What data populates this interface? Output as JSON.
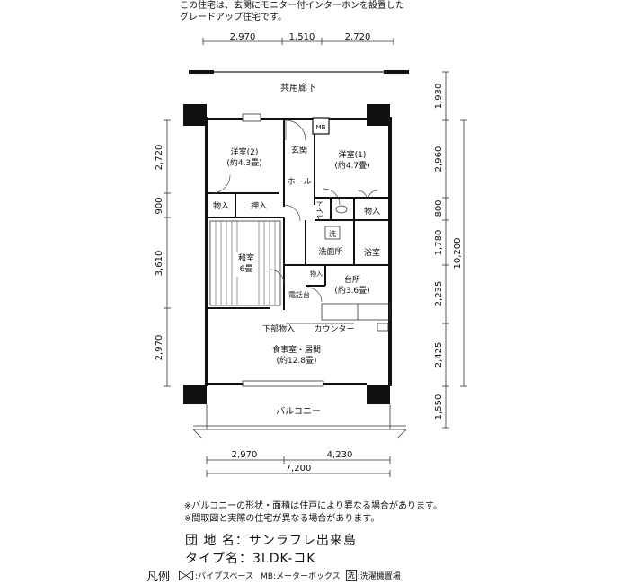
{
  "header_note": {
    "line1": "この住宅は、玄関にモニター付インターホンを設置した",
    "line2": "グレードアップ住宅です。"
  },
  "dimensions": {
    "top": [
      "2,970",
      "1,510",
      "2,720"
    ],
    "bottom_parts": [
      "2,970",
      "4,230"
    ],
    "bottom_total": "7,200",
    "left": [
      "2,720",
      "900",
      "3,610",
      "2,970"
    ],
    "right": [
      "1,930",
      "2,960",
      "800",
      "1,780",
      "2,235",
      "2,425",
      "1,550"
    ],
    "right_total": "10,200"
  },
  "rooms": {
    "corridor": "共用廊下",
    "western2_name": "洋室(2)",
    "western2_size": "(約4.3畳)",
    "entrance": "玄関",
    "mb": "MB",
    "western1_name": "洋室(1)",
    "western1_size": "(約4.7畳)",
    "hall": "ホール",
    "storage_left": "物入",
    "oshiire": "押入",
    "toilet": "トイレ",
    "storage_right": "物入",
    "washing_mark": "洗",
    "washroom": "洗面所",
    "bath": "浴室",
    "japanese_name": "和室",
    "japanese_size": "6畳",
    "storage_small": "物入",
    "kitchen_name": "台所",
    "kitchen_size": "(約3.6畳)",
    "phone_stand": "電話台",
    "lower_storage": "下部物入",
    "counter": "カウンター",
    "living_name": "食事室・居間",
    "living_size": "(約12.8畳)",
    "balcony": "バルコニー"
  },
  "bottom_notes": {
    "note1": "※バルコニーの形状・面積は住戸により異なる場合があります。",
    "note2": "※間取図と実際の住宅が異なる場合があります。"
  },
  "info": {
    "complex_label": "団 地 名：",
    "complex_value": "サンラフレ出来島",
    "type_label": "タイプ名：",
    "type_value": "3LDK-コK"
  },
  "legend": {
    "title": "凡例",
    "pipe_space": ":パイプスペース",
    "meter_box": "MB:メーターボックス",
    "wash_mark": "洗",
    "wash_text": ":洗濯機置場"
  }
}
